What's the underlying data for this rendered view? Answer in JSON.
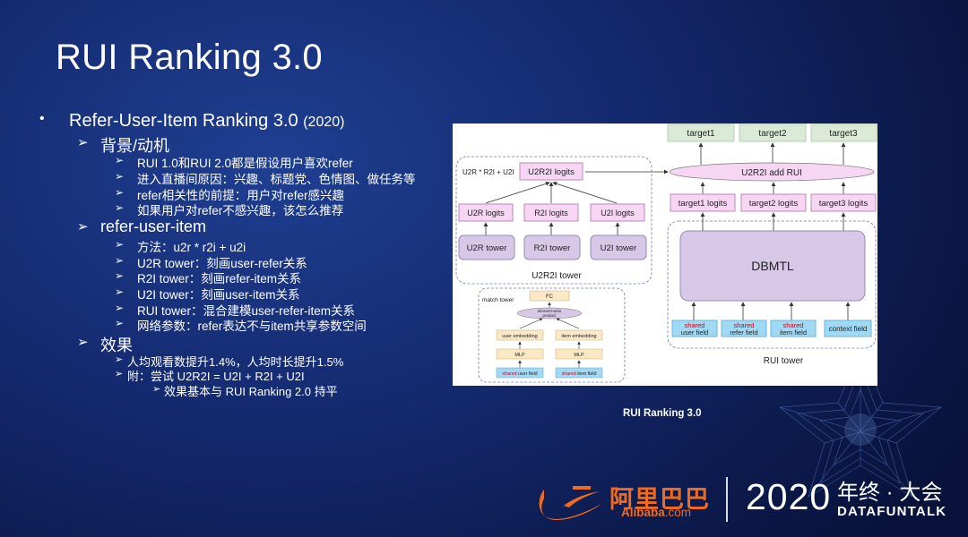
{
  "slide": {
    "title": "RUI Ranking 3.0",
    "bullet": {
      "label": "Refer-User-Item Ranking 3.0",
      "year": "(2020)"
    },
    "background_heading": "背景/动机",
    "background_items": [
      "RUI 1.0和RUI 2.0都是假设用户喜欢refer",
      "进入直播间原因：兴趣、标题党、色情图、做任务等",
      "refer相关性的前提：用户对refer感兴趣",
      "如果用户对refer不感兴趣，该怎么推荐"
    ],
    "method_heading": "refer-user-item",
    "method_items": [
      "方法：u2r * r2i + u2i",
      "U2R tower：刻画user-refer关系",
      "R2I tower：刻画refer-item关系",
      "U2I tower：刻画user-item关系",
      "RUI tower：混合建模user-refer-item关系",
      "网络参数：refer表达不与item共享参数空间"
    ],
    "effect_heading": "效果",
    "effect_items": [
      "人均观看数提升1.4%，人均时长提升1.5%",
      "附：尝试 U2R2I = U2I + R2I + U2I"
    ],
    "effect_sub": "效果基本与  RUI Ranking 2.0 持平",
    "markers": {
      "bullet": "•",
      "arrow": "➢"
    }
  },
  "diagram": {
    "caption": "RUI Ranking 3.0",
    "targets": [
      "target1",
      "target2",
      "target3"
    ],
    "add_rui": "U2R2I add RUI",
    "target_logits": [
      "target1 logits",
      "target2 logits",
      "target3 logits"
    ],
    "dbmtl": "DBMTL",
    "fields": [
      {
        "top": "shared",
        "bottom": "user field"
      },
      {
        "top": "shared",
        "bottom": "refer field"
      },
      {
        "top": "shared",
        "bottom": "item field"
      },
      {
        "top": "",
        "bottom": "context field"
      }
    ],
    "rui_tower": "RUI tower",
    "formula": "U2R * R2I + U2I",
    "u2r2i_logits": "U2R2I logits",
    "logits": [
      "U2R logits",
      "R2I logits",
      "U2I logits"
    ],
    "towers": [
      "U2R tower",
      "R2I tower",
      "U2I tower"
    ],
    "u2r2i_tower": "U2R2I tower",
    "match_tower": "match tower",
    "fc": "FC",
    "element_wise": [
      "element-wise",
      "product"
    ],
    "embeddings": [
      "user embedding",
      "item embedding"
    ],
    "mlp": [
      "MLP",
      "MLP"
    ],
    "match_fields": [
      {
        "top": "shared",
        "bottom": " user field"
      },
      {
        "top": "shared",
        "bottom": " item field"
      }
    ]
  },
  "footer": {
    "brand": "阿里巴巴",
    "brand_sub_a": "Alibaba",
    "brand_sub_b": ".com",
    "year": "2020",
    "event": "年终 · 大会",
    "datafuntalk": "DATAFUNTALK"
  },
  "colors": {
    "bg": "#14296e",
    "box_green": "#dbead7",
    "box_pink": "#f6d6f3",
    "box_purple": "#d6c8e6",
    "box_blue": "#9fd9f4",
    "box_orange": "#fbe8c4",
    "brand_orange": "#f26a1b",
    "shared_red": "#d0021b"
  }
}
